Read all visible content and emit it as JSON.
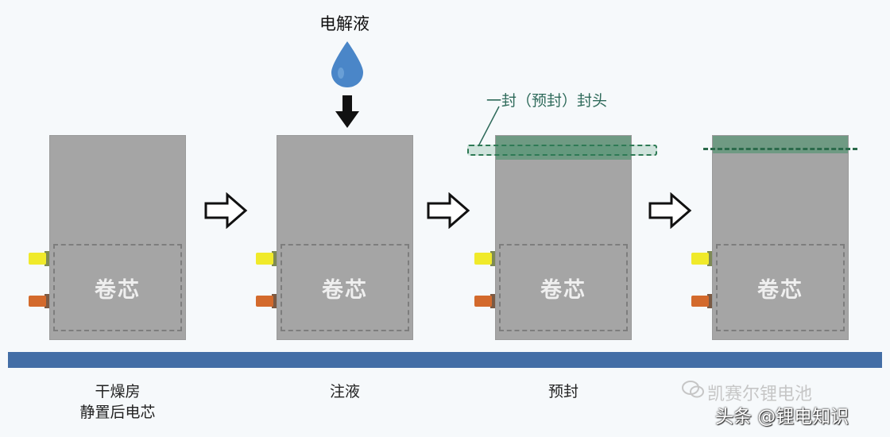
{
  "electrolyte_label": "电解液",
  "seal_head_label": "一封（预封）封头",
  "core_label": "卷芯",
  "steps": [
    {
      "label_lines": [
        "干燥房",
        "静置后电芯"
      ]
    },
    {
      "label_lines": [
        "注液"
      ]
    },
    {
      "label_lines": [
        "预封"
      ]
    },
    {
      "label_lines": [
        ""
      ]
    }
  ],
  "watermark": {
    "line1": "凯赛尔锂电池",
    "line2": "头条 @锂电知识"
  },
  "colors": {
    "cell": "#a5a5a5",
    "belt": "#436ea6",
    "drop": "#4a86c8",
    "seal": "#2e7a55",
    "tab_positive": "#f0ea2a",
    "tab_negative": "#d36a2c"
  }
}
